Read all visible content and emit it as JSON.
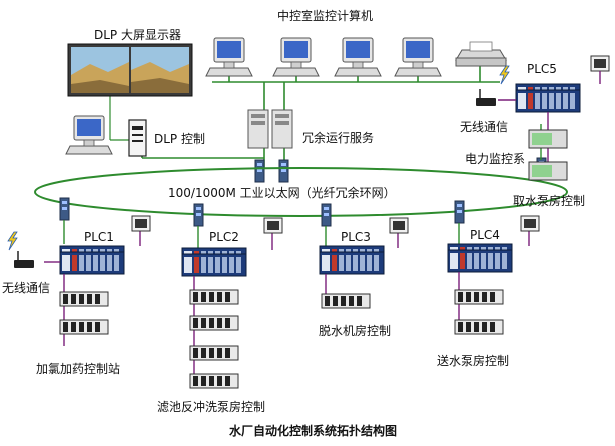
{
  "labels": {
    "central_computers": "中控室监控计算机",
    "dlp_screen": "DLP 大屏显示器",
    "dlp_control": "DLP 控制",
    "redundant_server": "冗余运行服务",
    "network": "100/1000M 工业以太网（光纤冗余环网）",
    "plc1": "PLC1",
    "plc2": "PLC2",
    "plc3": "PLC3",
    "plc4": "PLC4",
    "plc5": "PLC5",
    "wireless_left": "无线通信",
    "wireless_right": "无线通信",
    "power_monitor": "电力监控系",
    "intake_pump": "取水泵房控制",
    "chlorine_station": "加氯加药控制站",
    "filter_backwash": "滤池反冲洗泵房控制",
    "dewatering": "脱水机房控制",
    "delivery_pump": "送水泵房控制",
    "title": "水厂自动化控制系统拓扑结构图"
  },
  "colors": {
    "ring": "#2e8b2e",
    "lan": "#2e8b2e",
    "io_link": "#7a1f7a",
    "plc_body": "#1d3b7a",
    "monitor_body": "#e6e6e6",
    "screen_blue": "#3b67c7"
  }
}
